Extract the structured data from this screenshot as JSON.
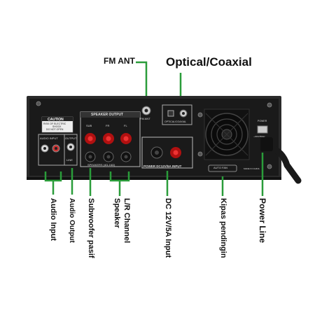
{
  "callouts": {
    "fm_ant": "FM ANT",
    "optical_coaxial": "Optical/Coaxial"
  },
  "bottom_labels": {
    "audio_input": "Audio Input",
    "audio_output": "Audio Output",
    "subwoofer": "Subwoofer pasif",
    "lr_channel": "L/R Channel Speaker",
    "dc_input": "DC 12V/5A Input",
    "fan": "Kipas pendingin",
    "power_line": "Power Line"
  },
  "panel": {
    "caution_title": "CAUTION",
    "caution_text_1": "RISK OF ELECTRIC",
    "caution_text_2": "SHOCK",
    "caution_text_3": "DO NOT OPEN",
    "audio_input": "AUDIO INPUT",
    "output": "OUTPUT",
    "line": "LINE",
    "speaker_output": "SPEAKER OUTPUT",
    "sub": "SUB",
    "fr": "FR",
    "fl": "FL",
    "speakers": "SPEAKERS (4Ω-16Ω)",
    "fm_ant_small": "FM ANT",
    "optical_coaxial_small": "OPTICAL/COAXIAL",
    "power_input": "POWER DC12V/5A INPUT",
    "auto_fan": "AUTO FAN",
    "made_in": "MADE IN CHINA",
    "power_small": "POWER",
    "voltage": "~230V/50Hz"
  },
  "colors": {
    "chassis": "#2a2a2a",
    "panel": "#1c1c1c",
    "accent_green": "#2a9d3a",
    "terminal_red": "#c81818"
  }
}
